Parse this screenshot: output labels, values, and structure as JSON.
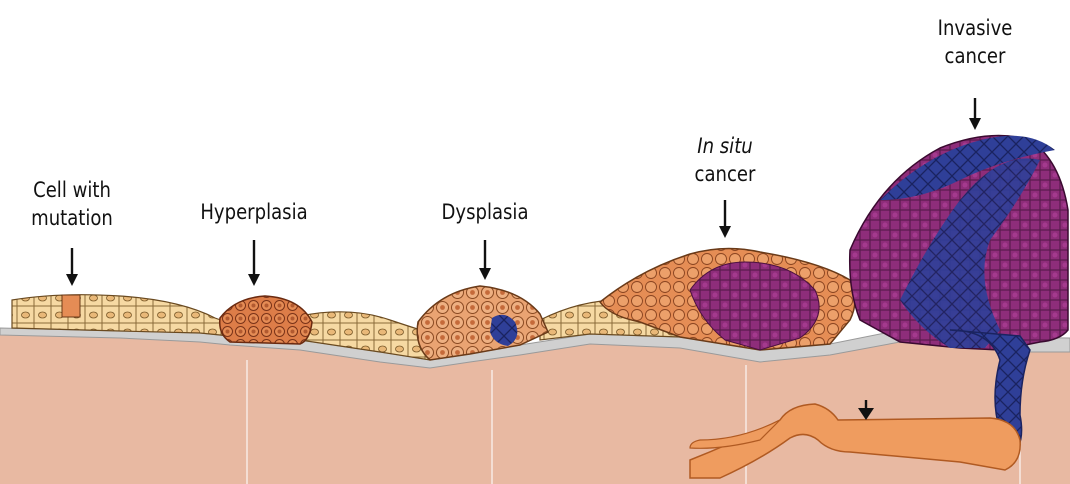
{
  "diagram": {
    "stages": [
      {
        "id": "mutation",
        "lines": [
          "Cell with",
          "mutation"
        ]
      },
      {
        "id": "hyperplasia",
        "lines": [
          "Hyperplasia"
        ]
      },
      {
        "id": "dysplasia",
        "lines": [
          "Dysplasia"
        ]
      },
      {
        "id": "in-situ",
        "lines": [
          "In situ",
          "cancer"
        ]
      },
      {
        "id": "invasive",
        "lines": [
          "Invasive",
          "cancer"
        ]
      }
    ],
    "colors": {
      "stroma": "#e8b9a2",
      "basement_membrane": "#cfcfcf",
      "normal_cell": "#f6d9a3",
      "hyperplastic_cell": "#dd7d48",
      "dysplastic_cell": "#e39966",
      "cancer_cell": "#8e2d7a",
      "invasive_cell": "#2f3f98",
      "blood_vessel": "#ef9c5f"
    }
  }
}
